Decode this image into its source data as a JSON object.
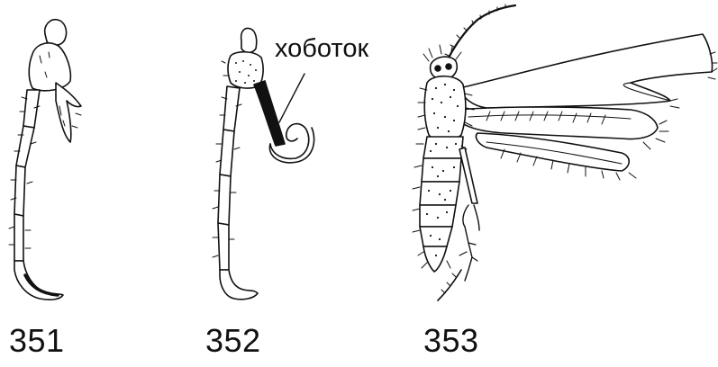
{
  "figure_labels": {
    "fig351": "351",
    "fig352": "352",
    "fig353": "353"
  },
  "callout": {
    "text": "хоботок"
  },
  "colors": {
    "ink": "#111111",
    "background": "#ffffff"
  }
}
